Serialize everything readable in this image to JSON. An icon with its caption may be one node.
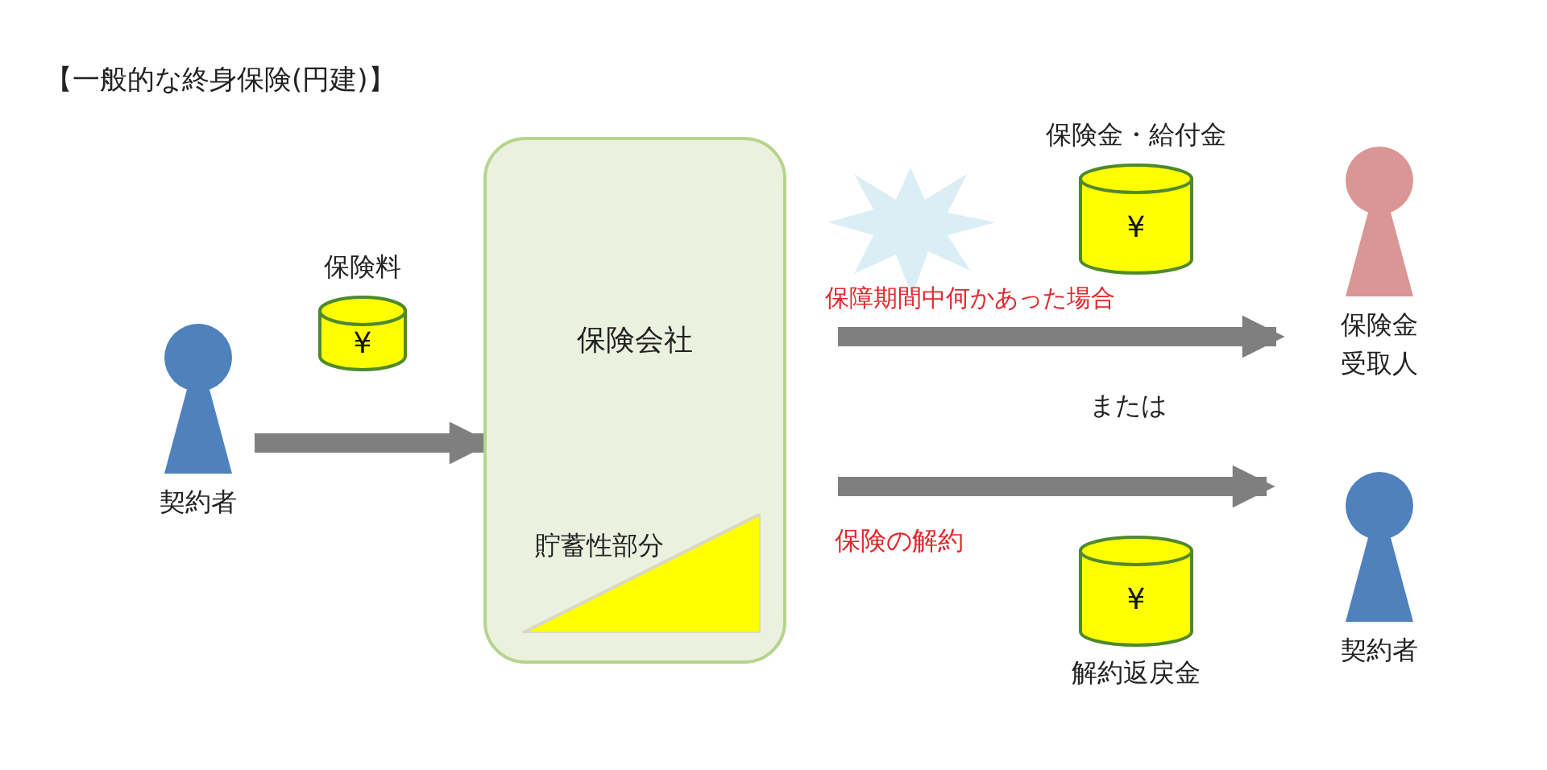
{
  "diagram": {
    "title": "【一般的な終身保険(円建)】",
    "nodes": [
      {
        "text": [
          "契約者"
        ]
      },
      {
        "text": [
          "保険料",
          "¥"
        ]
      },
      {
        "text": [
          "保険会社"
        ]
      },
      {
        "text": [
          "貯蓄性部分"
        ],
        "in": 2
      },
      {
        "text": [
          "保険金・給付金",
          "¥"
        ]
      },
      {
        "text": [
          "保険金受取人"
        ]
      },
      {
        "text": [
          "¥",
          "解約返戻金"
        ]
      },
      {
        "text": [
          "契約者"
        ]
      },
      {
        "text": [],
        "shape": "star"
      }
    ],
    "edges": [
      {
        "from": 0,
        "to": 2,
        "arrow": "to"
      },
      {
        "from": 2,
        "to": 5,
        "arrow": "to",
        "label": "保障期間中何かあった場合"
      },
      {
        "from": 2,
        "to": 7,
        "arrow": "to",
        "label": "保険の解約"
      }
    ],
    "labels": [
      "または"
    ]
  }
}
